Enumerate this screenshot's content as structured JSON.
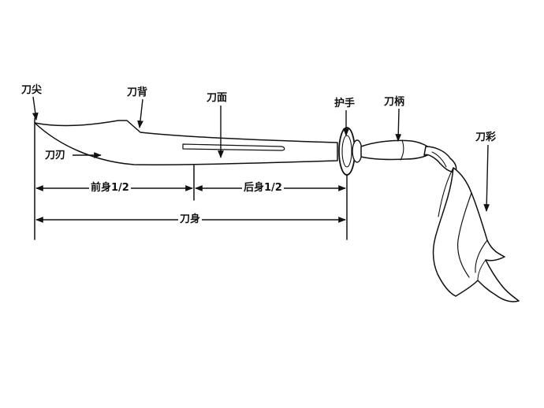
{
  "labels": {
    "tip": "刀尖",
    "back": "刀背",
    "face": "刀面",
    "guard": "护手",
    "handle": "刀柄",
    "edge": "刀刃",
    "tassel": "刀彩"
  },
  "dimensions": {
    "front_half": "前身1/2",
    "rear_half": "后身1/2",
    "body": "刀身"
  },
  "colors": {
    "ink": "#111111",
    "paper": "#ffffff"
  }
}
